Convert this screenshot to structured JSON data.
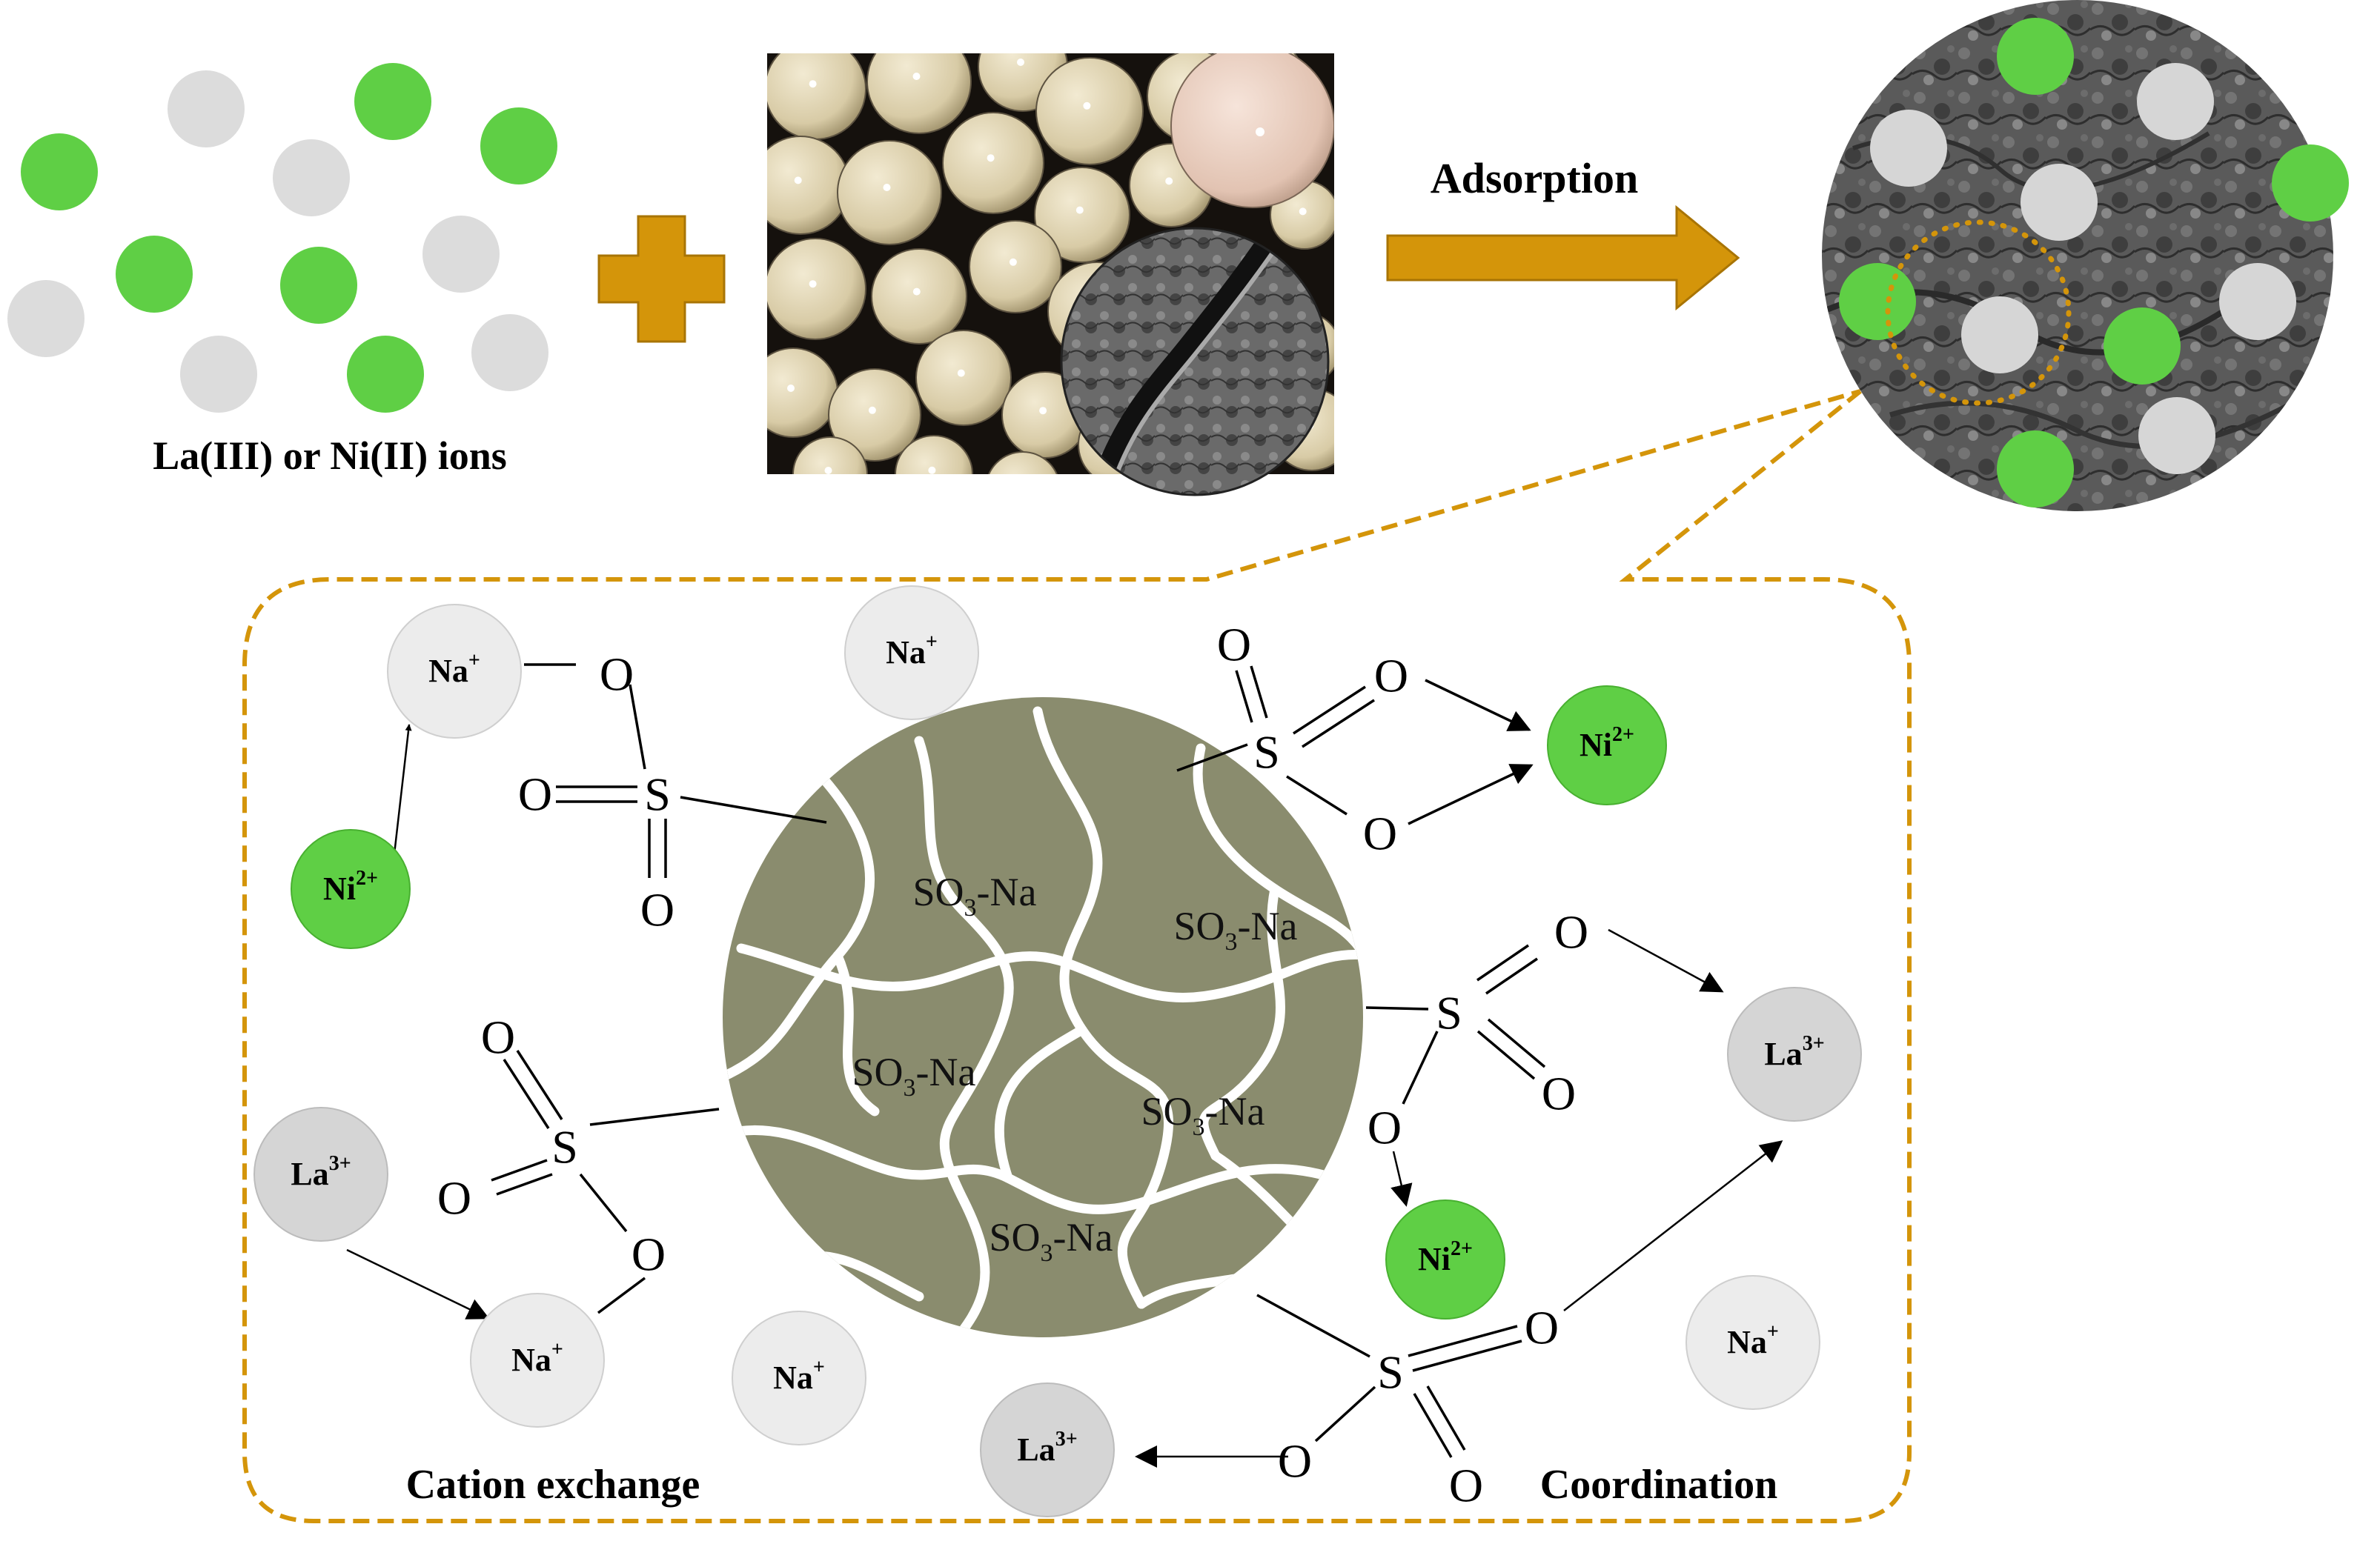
{
  "top": {
    "ions_caption": "La(III) or Ni(II) ions",
    "arrow_label": "Adsorption"
  },
  "mechanism": {
    "left_caption": "Cation exchange",
    "right_caption": "Coordination",
    "group_label": "SO3-Na",
    "atoms": {
      "oxygen": "O",
      "sulfur": "S"
    },
    "ions": {
      "na": {
        "symbol": "Na",
        "charge": "+"
      },
      "ni": {
        "symbol": "Ni",
        "charge": "2+"
      },
      "la": {
        "symbol": "La",
        "charge": "3+"
      }
    }
  },
  "colors": {
    "green_ion": "#5fcf45",
    "grey_ion": "#d9d9d9",
    "accent": "#d4950a",
    "bead_core": "#8a8c6e"
  }
}
